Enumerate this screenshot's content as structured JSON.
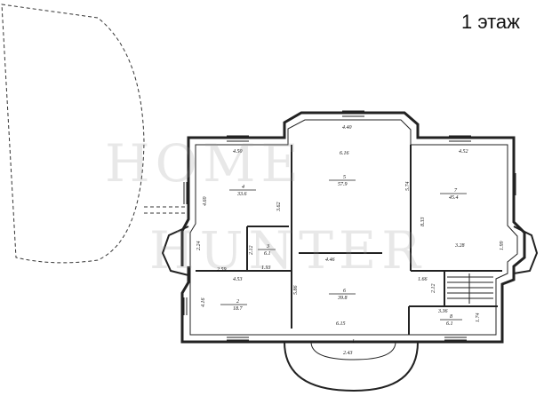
{
  "title": "1 этаж",
  "watermark": {
    "line1": "HOME",
    "line2": "HUNTER"
  },
  "rooms": [
    {
      "number": "1",
      "area": ""
    },
    {
      "number": "2",
      "area": "18.7"
    },
    {
      "number": "3",
      "area": "6.1"
    },
    {
      "number": "4",
      "area": "33.6"
    },
    {
      "number": "5",
      "area": "57.9"
    },
    {
      "number": "6",
      "area": "39.8"
    },
    {
      "number": "7",
      "area": "45.4"
    },
    {
      "number": "8",
      "area": "6.1"
    }
  ],
  "dimensions": {
    "top_hall": "4.40",
    "hall_inner": "6.16",
    "hall_side": "5.74",
    "left_top": "4.50",
    "left_height": "4.60",
    "left_side": "2.24",
    "right_top": "4.52",
    "right_height": "8.33",
    "right_side": "1.99",
    "right_inner": "3.28",
    "corridor": "4.46",
    "room2_top": "4.53",
    "room2_height": "4.16",
    "room2_side": "2.59",
    "room3_w": "1.93",
    "room3_h": "2.12",
    "room4_h": "3.62",
    "room6_side": "5.86",
    "room6_bottom": "6.15",
    "stair_w": "1.66",
    "stair_h": "2.12",
    "room8_top": "3.36",
    "room8_side": "1.74",
    "porch": "2.43"
  }
}
